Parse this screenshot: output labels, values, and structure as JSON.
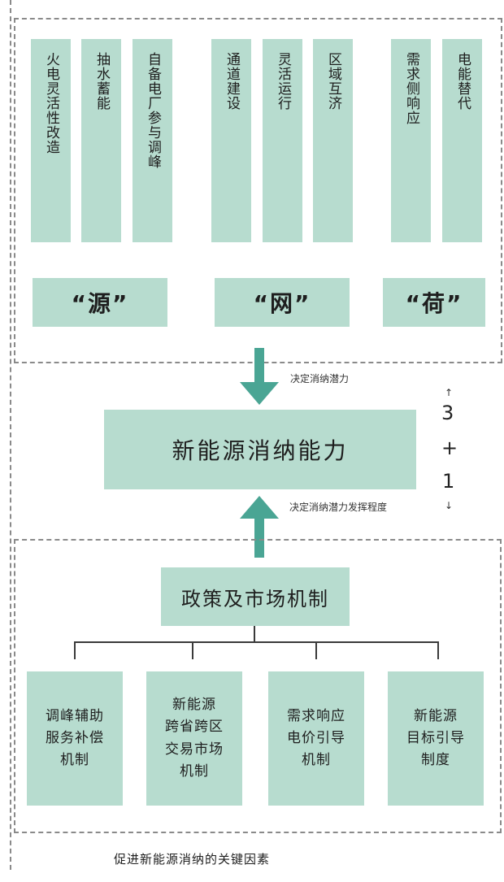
{
  "source_items": [
    "火电灵活性改造",
    "抽水蓄能",
    "自备电厂参与调峰"
  ],
  "grid_items": [
    "通道建设",
    "灵活运行",
    "区域互济"
  ],
  "load_items": [
    "需求侧响应",
    "电能替代"
  ],
  "labels": {
    "source": "“源”",
    "grid": "“网”",
    "load": "“荷”"
  },
  "arrow_top_label": "决定消纳潜力",
  "arrow_bottom_label": "决定消纳潜力发挥程度",
  "center": "新能源消纳能力",
  "side": {
    "three": "3",
    "plus": "+",
    "one": "1",
    "up_mark": "↑",
    "down_mark": "↓"
  },
  "policy": "政策及市场机制",
  "mechanisms": [
    "调峰辅助\n服务补偿\n机制",
    "新能源\n跨省跨区\n交易市场\n机制",
    "需求响应\n电价引导\n机制",
    "新能源\n目标引导\n制度"
  ],
  "caption": "促进新能源消纳的关键因素",
  "colors": {
    "box": "#b7dccf",
    "arrow": "#4aa594",
    "dash": "#8a8a8a"
  }
}
